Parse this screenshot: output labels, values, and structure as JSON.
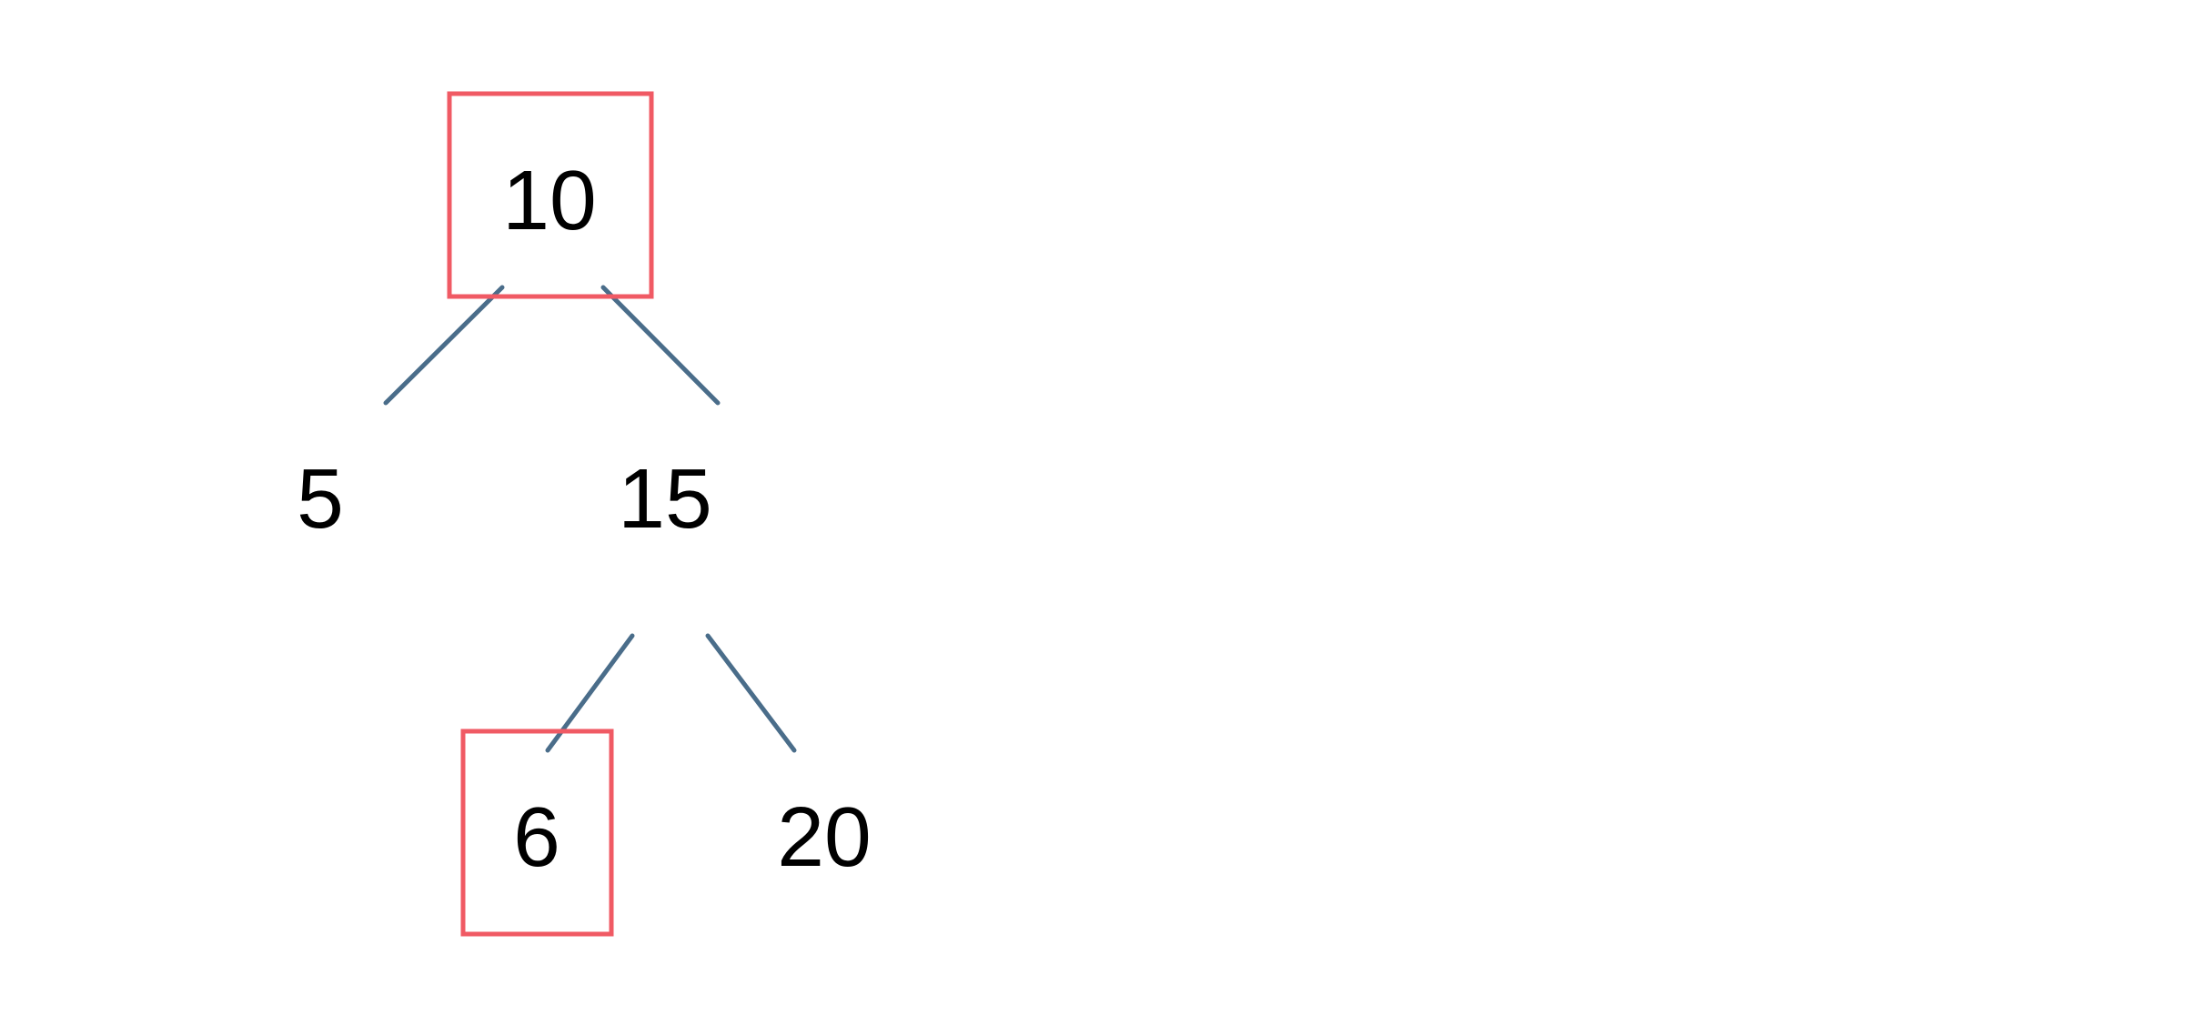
{
  "diagram": {
    "type": "binary-tree",
    "colors": {
      "edge": "#4a6d8a",
      "highlight": "#f05a64",
      "text": "#000000",
      "background": "#ffffff"
    },
    "nodes": [
      {
        "id": "n10",
        "label": "10",
        "highlighted": true
      },
      {
        "id": "n5",
        "label": "5",
        "highlighted": false
      },
      {
        "id": "n15",
        "label": "15",
        "highlighted": false
      },
      {
        "id": "n6",
        "label": "6",
        "highlighted": true
      },
      {
        "id": "n20",
        "label": "20",
        "highlighted": false
      }
    ],
    "edges": [
      {
        "from": "10",
        "to": "5"
      },
      {
        "from": "10",
        "to": "15"
      },
      {
        "from": "15",
        "to": "6"
      },
      {
        "from": "15",
        "to": "20"
      }
    ]
  }
}
